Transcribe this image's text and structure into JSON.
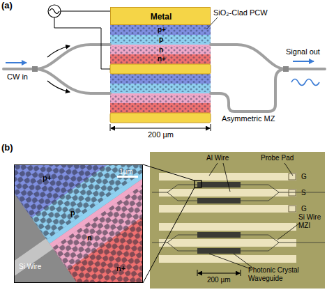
{
  "diagram": {
    "nodes": [
      {
        "text": [
          "Metal"
        ]
      },
      {
        "text": [
          "p+",
          "p",
          "n",
          "n+",
          "1µm",
          "Si Wire"
        ]
      }
    ],
    "labels": [
      "(a)",
      "SiO₂-Clad PCW",
      "p+",
      "p",
      "n",
      "n+",
      "Signal out",
      "CW in",
      "Asymmetric MZ",
      "200 µm",
      "(b)",
      "Al Wire",
      "Probe Pad",
      "G",
      "S",
      "G",
      "Si Wire MZI",
      "Photonic Crystal Waveguide",
      "200 µm"
    ]
  }
}
